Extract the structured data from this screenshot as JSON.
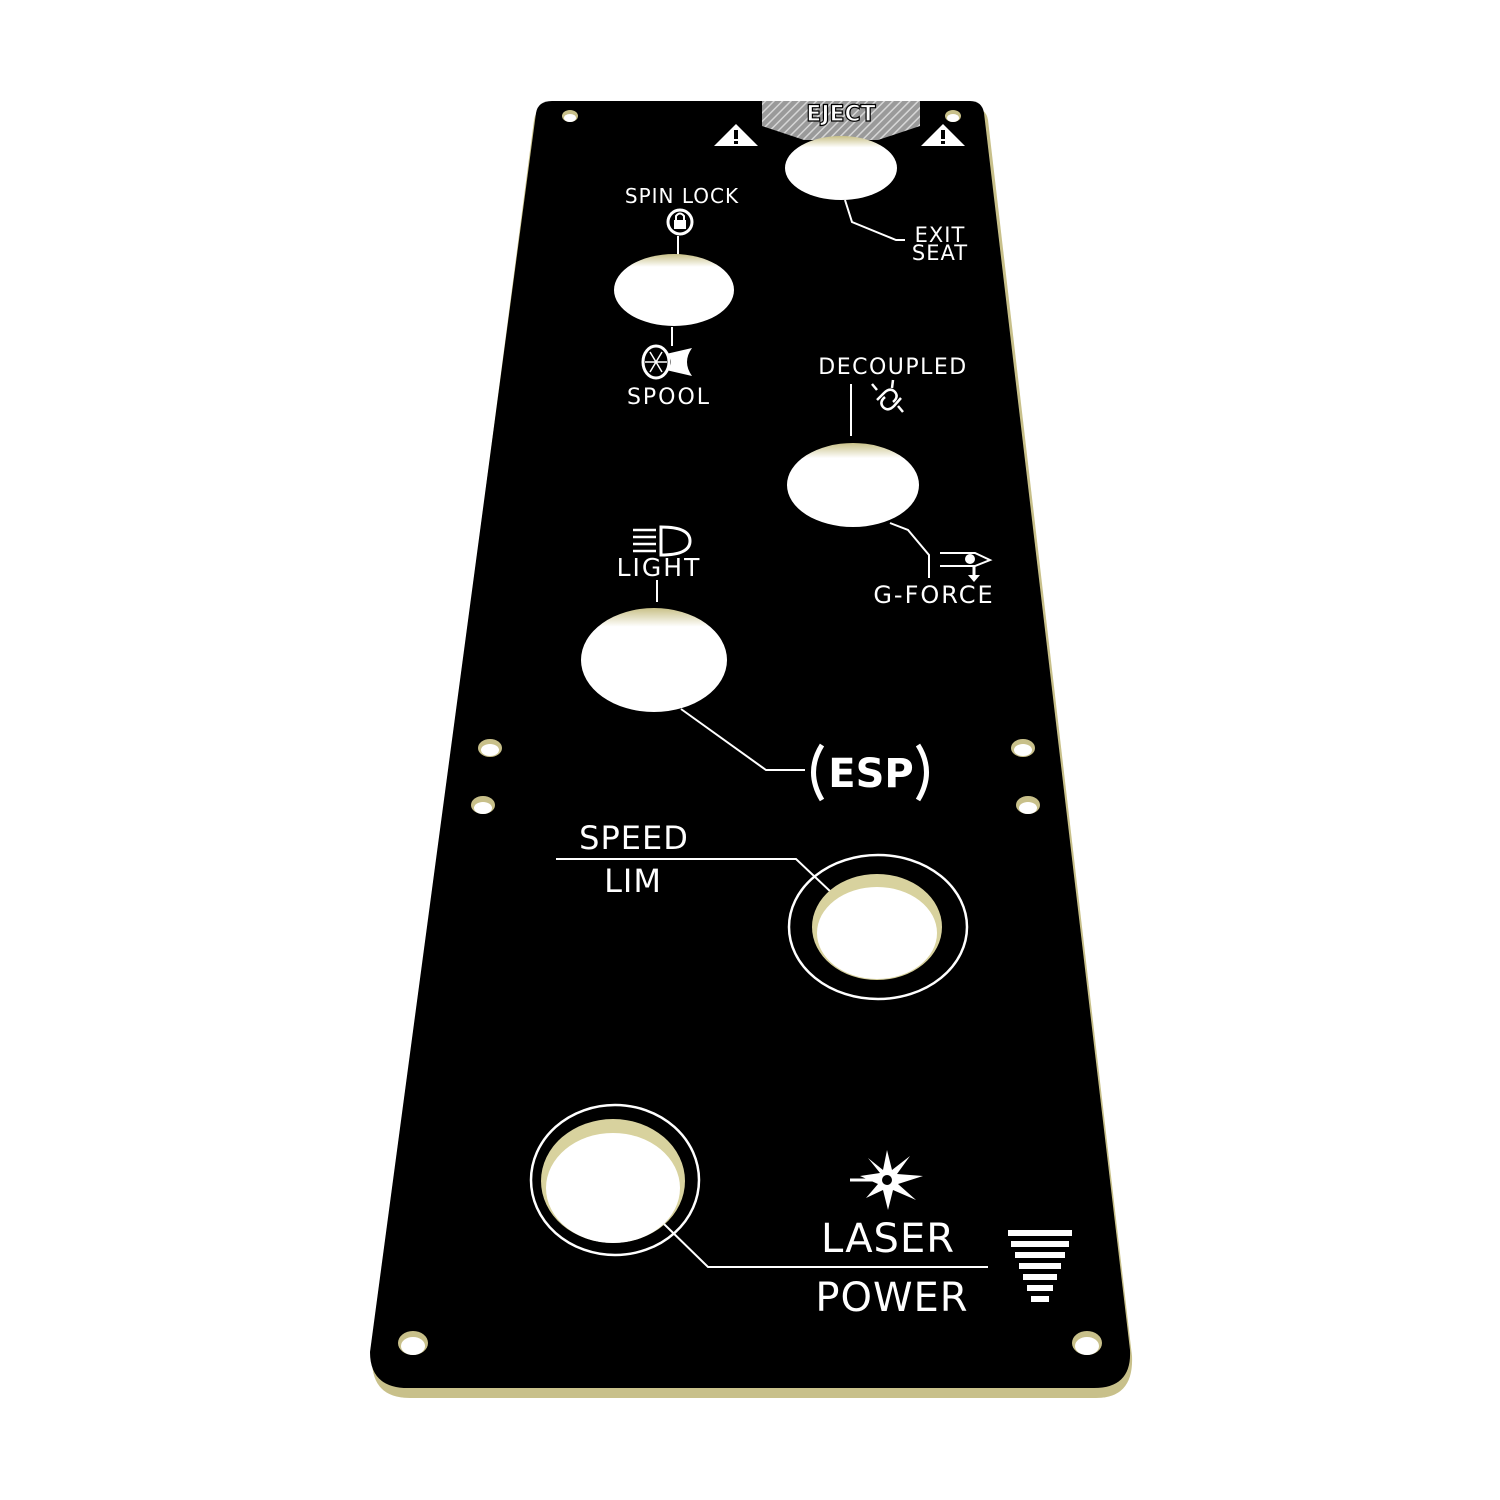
{
  "colors": {
    "panel": "#000000",
    "edge": "#c8c08a",
    "hole": "#ffffff",
    "hole_rim": "#d8d29e",
    "ink": "#ffffff"
  },
  "labels": {
    "eject": "EJECT",
    "exit_line1": "EXIT",
    "exit_line2": "SEAT",
    "spin_lock": "SPIN LOCK",
    "spool": "SPOOL",
    "decoupled": "DECOUPLED",
    "g_force": "G-FORCE",
    "light": "LIGHT",
    "esp": "ESP",
    "speed": "SPEED",
    "lim": "LIM",
    "laser": "LASER",
    "power": "POWER"
  },
  "icons": {
    "warning_left": "warning-triangle-icon",
    "warning_right": "warning-triangle-icon",
    "spin_lock": "rotating-lock-icon",
    "spool": "spool-icon",
    "decoupled": "broken-link-icon",
    "g_force": "g-force-arrow-icon",
    "light": "headlight-icon",
    "esp": "esp-icon",
    "laser": "laser-burst-icon",
    "power_level": "power-level-bars-icon"
  }
}
